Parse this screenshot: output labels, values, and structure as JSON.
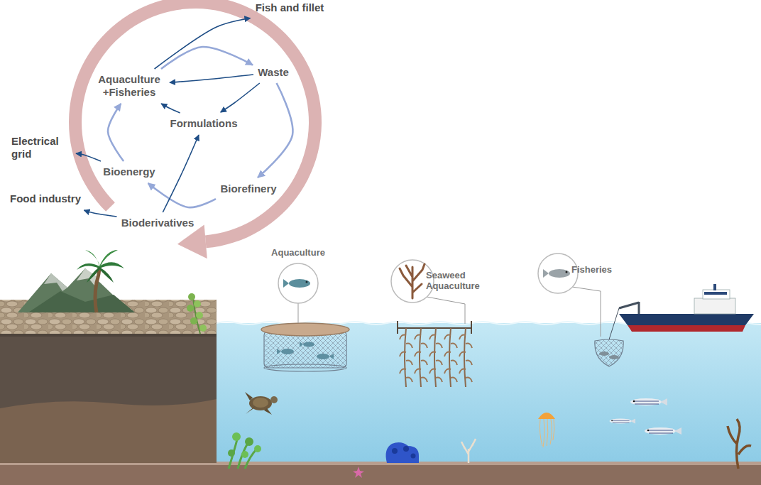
{
  "diagram": {
    "nodes": [
      {
        "text": [
          "Aquaculture +Fisheries"
        ]
      },
      {
        "text": [
          "Waste"
        ]
      },
      {
        "text": [
          "Formulations"
        ]
      },
      {
        "text": [
          "Biorefinery"
        ]
      },
      {
        "text": [
          "Bioderivatives"
        ]
      },
      {
        "text": [
          "Bioenergy"
        ]
      },
      {
        "text": [
          "Fish and fillet"
        ]
      },
      {
        "text": [
          "Electrical grid"
        ]
      },
      {
        "text": [
          "Food industry"
        ]
      }
    ],
    "edges": [
      {
        "from": 0,
        "to": 1,
        "arrow": "to"
      },
      {
        "from": 0,
        "to": 6,
        "arrow": "to"
      },
      {
        "from": 1,
        "to": 0,
        "arrow": "to"
      },
      {
        "from": 1,
        "to": 2,
        "arrow": "to"
      },
      {
        "from": 1,
        "to": 3,
        "arrow": "to"
      },
      {
        "from": 3,
        "to": 5,
        "arrow": "to"
      },
      {
        "from": 4,
        "to": 2,
        "arrow": "to"
      },
      {
        "from": 4,
        "to": 8,
        "arrow": "to"
      },
      {
        "from": 5,
        "to": 0,
        "arrow": "to"
      },
      {
        "from": 5,
        "to": 7,
        "arrow": "to"
      },
      {
        "from": 2,
        "to": 0,
        "arrow": "to"
      }
    ],
    "labels": [
      "Aquaculture",
      "Seaweed Aquaculture",
      "Fisheries"
    ]
  }
}
